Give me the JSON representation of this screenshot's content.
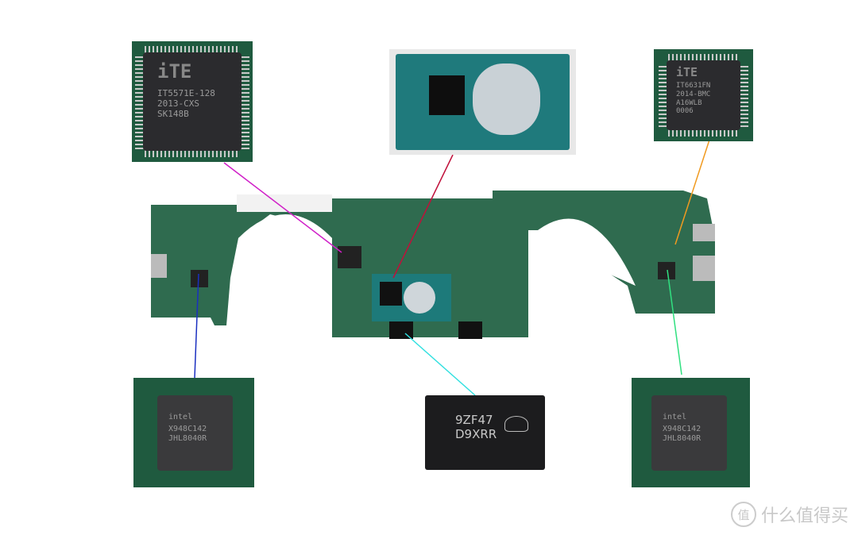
{
  "chips": {
    "ite_large": {
      "brand": "iTE",
      "lines": [
        "IT5571E-128",
        "2013-CXS",
        "SK148B"
      ]
    },
    "cpu": {
      "label": ""
    },
    "ite_small": {
      "brand": "iTE",
      "lines": [
        "IT6631FN",
        "2014-BMC",
        "A16WLB",
        "0006"
      ]
    },
    "intel_left": {
      "brand": "intel",
      "lines": [
        "X948C142",
        "JHL8040R"
      ]
    },
    "dram": {
      "lines": [
        "9ZF47",
        "D9XRR"
      ]
    },
    "intel_right": {
      "brand": "intel",
      "lines": [
        "X948C142",
        "JHL8040R"
      ]
    }
  },
  "leader_colors": {
    "ite_large": "#d020c8",
    "cpu": "#c0103a",
    "ite_small": "#f09a20",
    "intel_left": "#1a2fc0",
    "dram": "#30e0e0",
    "intel_right": "#30e080"
  },
  "board_color": "#2f6b4f",
  "watermark": {
    "logo": "值",
    "text": "什么值得买"
  }
}
